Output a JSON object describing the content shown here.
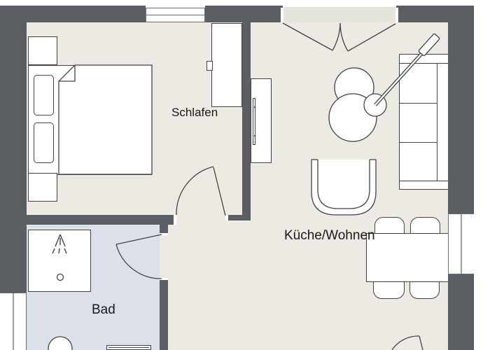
{
  "rooms": [
    {
      "name": "bedroom",
      "label": "Schlafen"
    },
    {
      "name": "kitchen-living",
      "label": "Küche/Wohnen"
    },
    {
      "name": "bathroom",
      "label": "Bad"
    }
  ],
  "colors": {
    "wall": "#5b5f64",
    "floor_main": "#eceae2",
    "floor_bathroom": "#dce0e9",
    "entry_niche": "#e4e3dc",
    "outline": "#3f4348",
    "furniture_fill": "#ffffff",
    "label_text": "#17191c"
  },
  "symbols": [
    "bed",
    "pillow",
    "nightstand",
    "wardrobe",
    "window",
    "hinged-door",
    "double-entry-door",
    "sideboard",
    "floor-lamp",
    "armchair",
    "sofa",
    "dining-table",
    "chair",
    "shower",
    "shower-head-icon",
    "drain",
    "washbasin",
    "radiator"
  ]
}
